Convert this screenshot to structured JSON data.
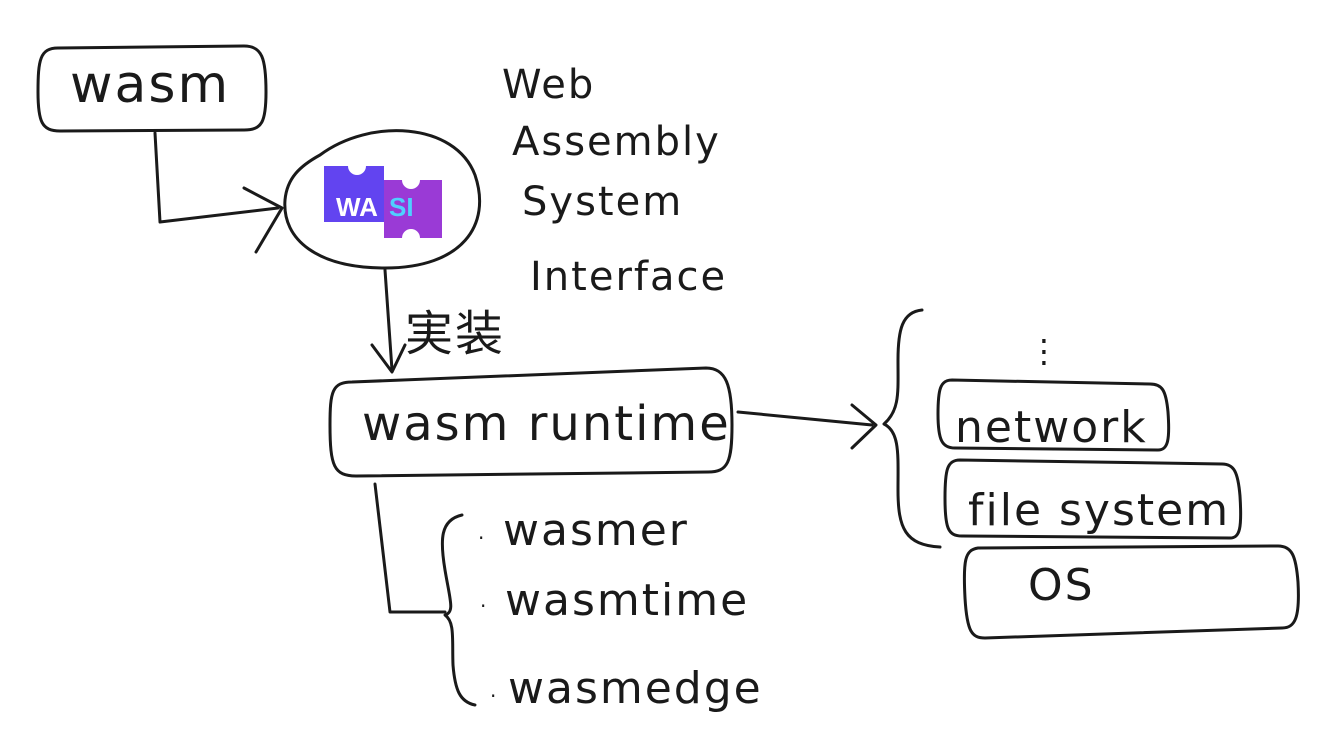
{
  "nodes": {
    "wasm": "wasm",
    "wasi_logo": {
      "left": "WA",
      "right": "SI"
    },
    "wasi_expansion": [
      "Web",
      "Assembly",
      "System",
      "Interface"
    ],
    "implementation_label": "実装",
    "runtime": "wasm runtime",
    "runtimes": [
      "wasmer",
      "wasmtime",
      "wasmedge"
    ],
    "bullet": "·",
    "layers": {
      "ellipsis": "⋮",
      "network": "network",
      "file_system": "file system",
      "os": "OS"
    }
  },
  "colors": {
    "ink": "#1a1a1a",
    "wasi_left": "#6244f0",
    "wasi_right": "#9a3ad6",
    "wasi_right_text": "#4fd0ff"
  }
}
